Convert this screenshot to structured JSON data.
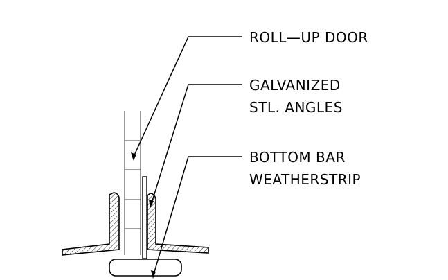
{
  "diagram": {
    "labels": {
      "roll_up_door": "ROLL—UP DOOR",
      "angles_line1": "GALVANIZED",
      "angles_line2": "STL. ANGLES",
      "weatherstrip_line1": "BOTTOM BAR",
      "weatherstrip_line2": "WEATHERSTRIP"
    },
    "colors": {
      "ink": "#000000",
      "background": "#ffffff"
    }
  }
}
